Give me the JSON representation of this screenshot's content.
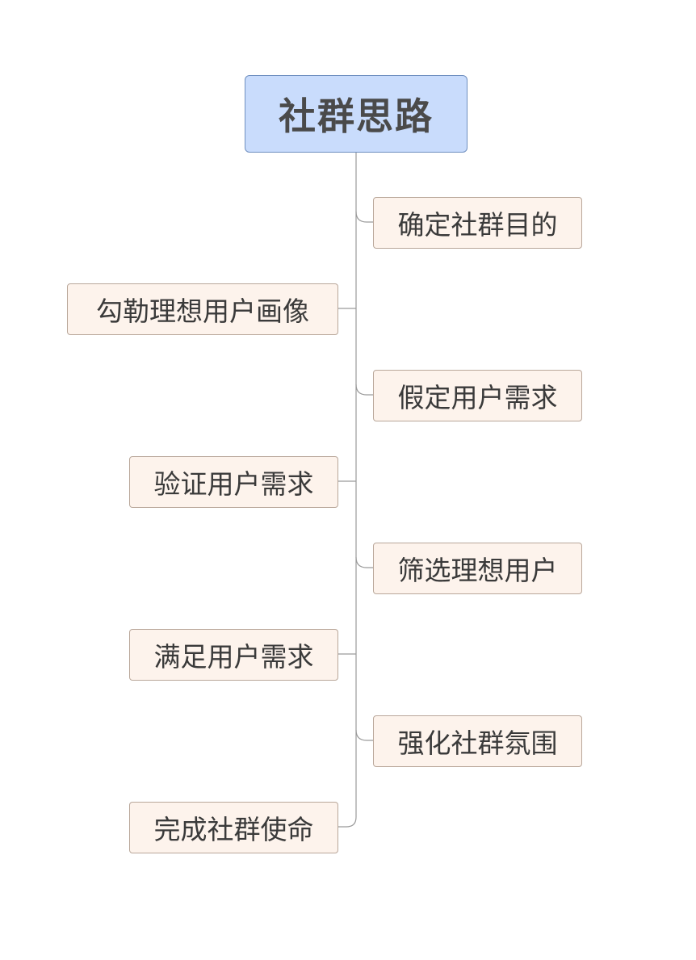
{
  "mindmap": {
    "root": {
      "label": "社群思路"
    },
    "branches": [
      {
        "label": "确定社群目的"
      },
      {
        "label": "勾勒理想用户画像"
      },
      {
        "label": "假定用户需求"
      },
      {
        "label": "验证用户需求"
      },
      {
        "label": "筛选理想用户"
      },
      {
        "label": "满足用户需求"
      },
      {
        "label": "强化社群氛围"
      },
      {
        "label": "完成社群使命"
      }
    ]
  },
  "colors": {
    "root_fill": "#c9dcfc",
    "root_border": "#6f8fbf",
    "topic_fill": "#fdf3ec",
    "topic_border": "#b9a79a",
    "connector": "#9a9a9a",
    "text": "#3a3a3a"
  }
}
